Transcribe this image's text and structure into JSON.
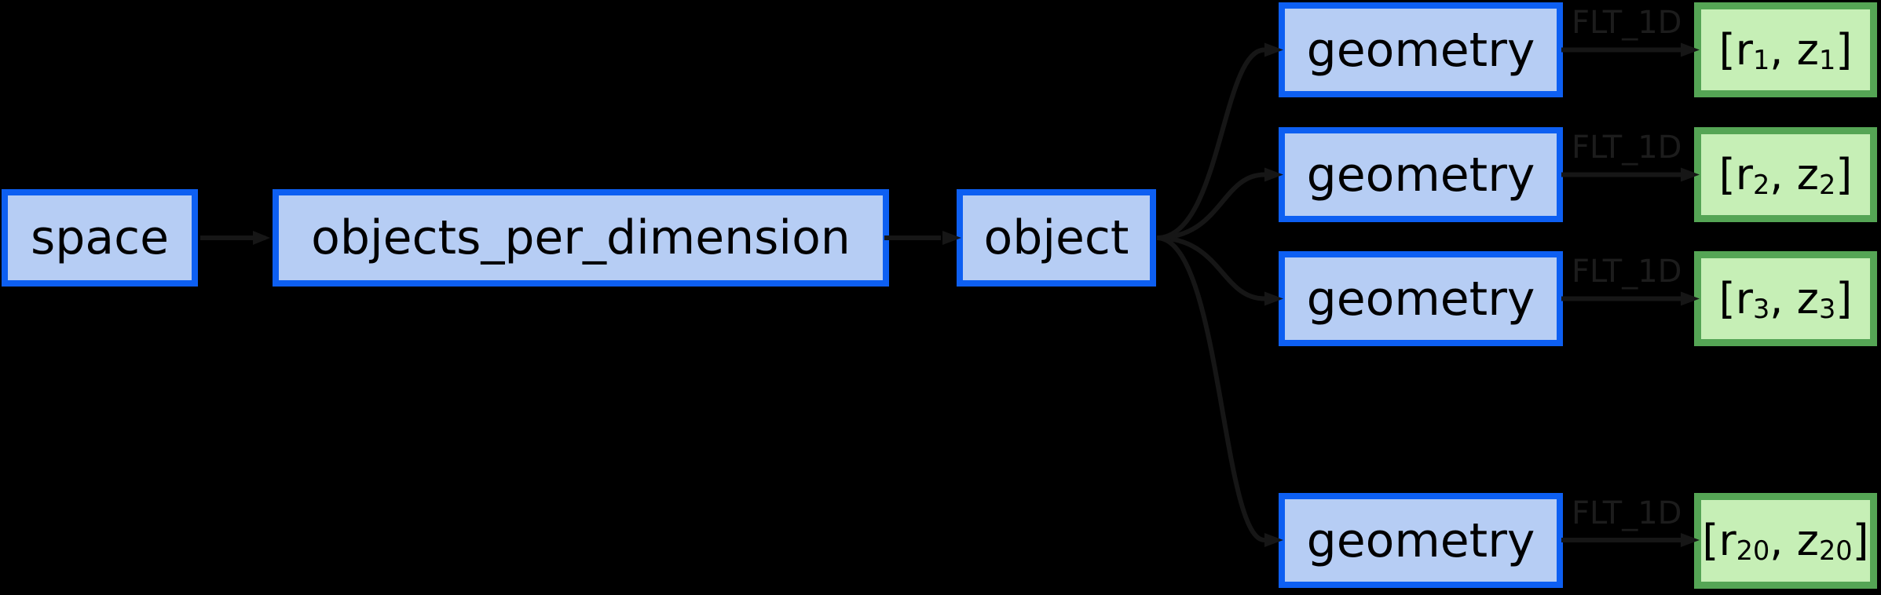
{
  "diagram": {
    "background_color": "#000000",
    "node_colors": {
      "blue_fill": "#b6cdf4",
      "blue_border": "#0d5ff2",
      "green_fill": "#c6efb6",
      "green_border": "#55a555"
    },
    "edge_color": "#161616",
    "type_label_color": "#1c1c1c",
    "chain": {
      "space_label": "space",
      "objects_per_dimension_label": "objects_per_dimension",
      "object_label": "object"
    },
    "rows": [
      {
        "geometry_label": "geometry",
        "type_label": "FLT_1D",
        "value": {
          "open": "[r",
          "sub_r": "1",
          "mid": ", z",
          "sub_z": "1",
          "close": "]"
        }
      },
      {
        "geometry_label": "geometry",
        "type_label": "FLT_1D",
        "value": {
          "open": "[r",
          "sub_r": "2",
          "mid": ", z",
          "sub_z": "2",
          "close": "]"
        }
      },
      {
        "geometry_label": "geometry",
        "type_label": "FLT_1D",
        "value": {
          "open": "[r",
          "sub_r": "3",
          "mid": ", z",
          "sub_z": "3",
          "close": "]"
        }
      },
      {
        "geometry_label": "geometry",
        "type_label": "FLT_1D",
        "value": {
          "open": "[r",
          "sub_r": "20",
          "mid": ", z",
          "sub_z": "20",
          "close": "]"
        }
      }
    ]
  }
}
